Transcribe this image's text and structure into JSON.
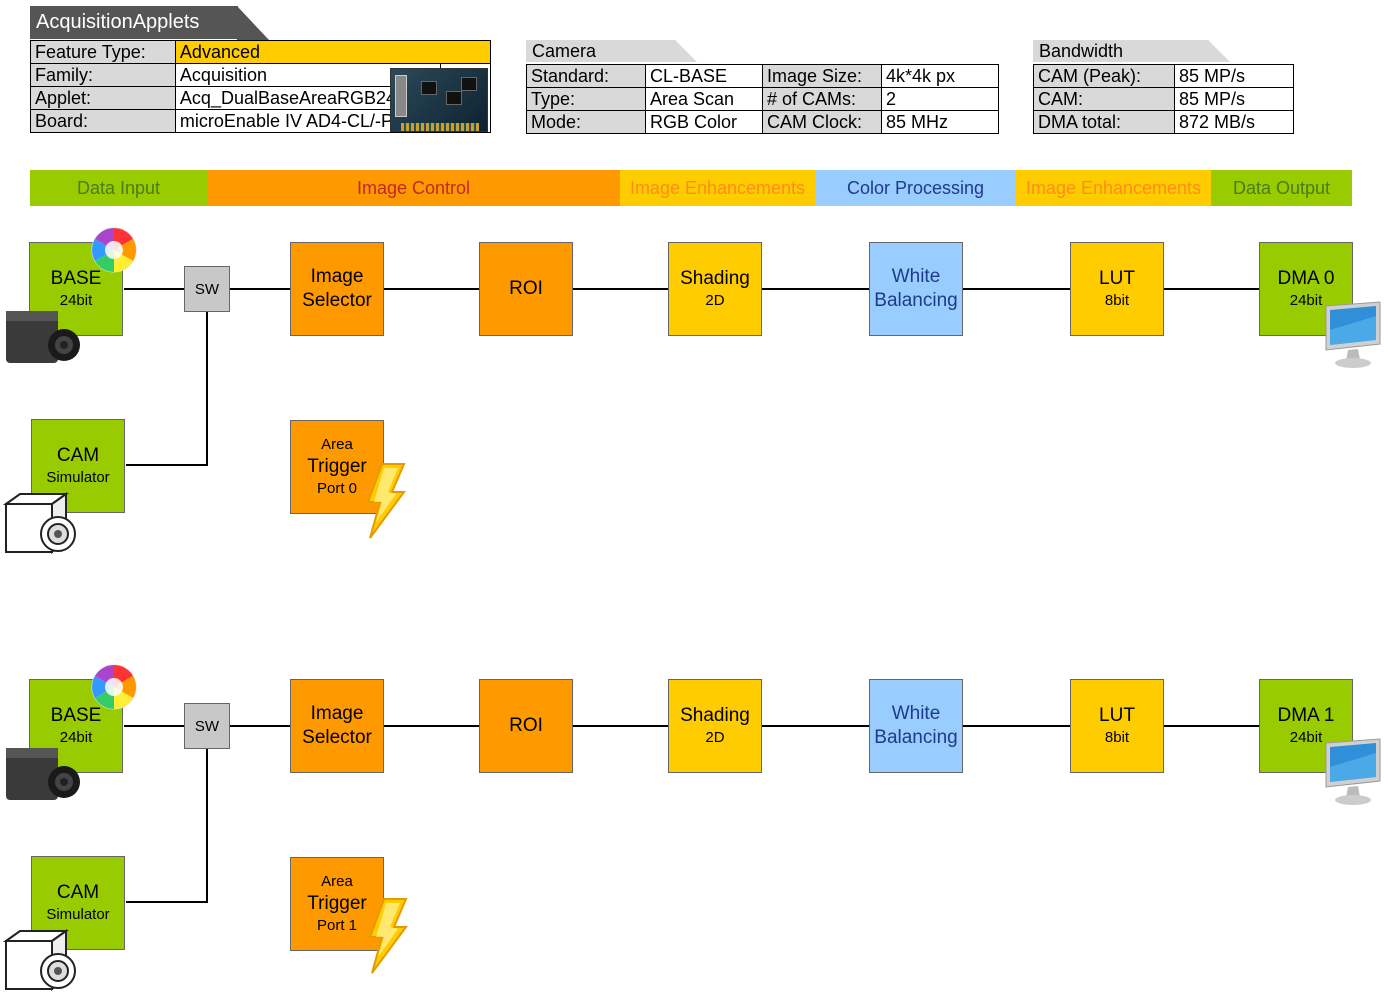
{
  "header": {
    "title": "AcquisitionApplets",
    "feature_type_label": "Feature Type:",
    "feature_type_value": "Advanced",
    "rows": [
      {
        "label": "Family:",
        "value": "Acquisition"
      },
      {
        "label": "Applet:",
        "value": "Acq_DualBaseAreaRGB24"
      },
      {
        "label": "Board:",
        "value": "microEnable IV AD4-CL/-PoCL"
      }
    ]
  },
  "camera": {
    "title": "Camera",
    "rows": [
      {
        "k1": "Standard:",
        "v1": "CL-BASE",
        "k2": "Image Size:",
        "v2": "4k*4k px"
      },
      {
        "k1": "Type:",
        "v1": "Area Scan",
        "k2": "# of CAMs:",
        "v2": "2"
      },
      {
        "k1": "Mode:",
        "v1": "RGB Color",
        "k2": "CAM Clock:",
        "v2": "85 MHz"
      }
    ]
  },
  "bandwidth": {
    "title": "Bandwidth",
    "rows": [
      {
        "label": "CAM (Peak):",
        "value": "85 MP/s"
      },
      {
        "label": "CAM:",
        "value": "85 MP/s"
      },
      {
        "label": "DMA total:",
        "value": "872 MB/s"
      }
    ]
  },
  "stages": [
    {
      "label": "Data Input",
      "color": "#99cc00",
      "text_color": "#4d7a1a"
    },
    {
      "label": "Image Control",
      "color": "#ff9900",
      "text_color": "#c0282d"
    },
    {
      "label": "Image Enhancements",
      "color": "#ffcc00",
      "text_color": "#ff8c1a"
    },
    {
      "label": "Color Processing",
      "color": "#99ccff",
      "text_color": "#1f3a8a"
    },
    {
      "label": "Image Enhancements",
      "color": "#ffcc00",
      "text_color": "#ff8c1a"
    },
    {
      "label": "Data Output",
      "color": "#99cc00",
      "text_color": "#4d7a1a"
    }
  ],
  "pipelines": [
    {
      "base": {
        "main": "BASE",
        "sub": "24bit"
      },
      "sim": {
        "main": "CAM",
        "sub": "Simulator"
      },
      "switch": "SW",
      "selector": {
        "main": "Image",
        "main2": "Selector"
      },
      "roi": "ROI",
      "shading": {
        "main": "Shading",
        "sub": "2D"
      },
      "wb": {
        "main": "White",
        "main2": "Balancing"
      },
      "lut": {
        "main": "LUT",
        "sub": "8bit"
      },
      "dma": {
        "main": "DMA 0",
        "sub": "24bit"
      },
      "trigger": {
        "top": "Area",
        "main": "Trigger",
        "sub": "Port 0"
      }
    },
    {
      "base": {
        "main": "BASE",
        "sub": "24bit"
      },
      "sim": {
        "main": "CAM",
        "sub": "Simulator"
      },
      "switch": "SW",
      "selector": {
        "main": "Image",
        "main2": "Selector"
      },
      "roi": "ROI",
      "shading": {
        "main": "Shading",
        "sub": "2D"
      },
      "wb": {
        "main": "White",
        "main2": "Balancing"
      },
      "lut": {
        "main": "LUT",
        "sub": "8bit"
      },
      "dma": {
        "main": "DMA 1",
        "sub": "24bit"
      },
      "trigger": {
        "top": "Area",
        "main": "Trigger",
        "sub": "Port 1"
      }
    }
  ],
  "icons": {
    "board": "frame-grabber-board-icon",
    "color_wheel": "color-wheel-icon",
    "camera": "camera-icon",
    "sim_camera": "camera-outline-icon",
    "monitor": "monitor-icon",
    "lightning": "lightning-icon"
  }
}
